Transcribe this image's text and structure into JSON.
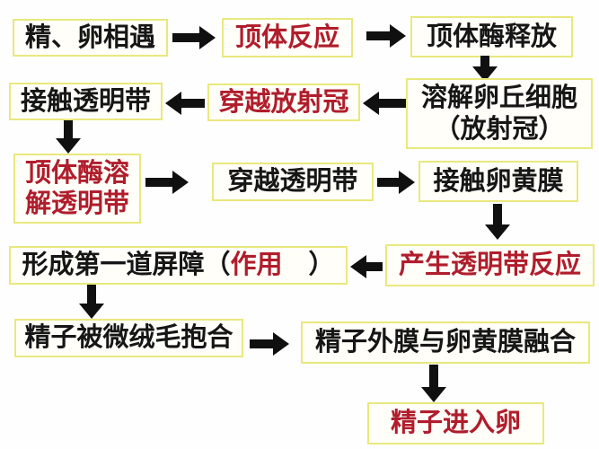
{
  "diagram": {
    "type": "flowchart",
    "topic_language": "zh-CN",
    "colors": {
      "background": "#fefefe",
      "box_fill": "#fffef8",
      "box_border": "#e9e87e",
      "black_text": "#161616",
      "red_text": "#b01d2c",
      "arrow": "#101010"
    }
  },
  "nodes": {
    "meet": {
      "label": "精、卵相遇",
      "emphasis": false
    },
    "acrosome_reaction": {
      "label": "顶体反应",
      "emphasis": true
    },
    "enzyme_release": {
      "label": "顶体酶释放",
      "emphasis": false
    },
    "dissolve_cumulus": {
      "line1": "溶解卵丘细胞",
      "line2": "（放射冠）",
      "emphasis": false
    },
    "cross_corona": {
      "label": "穿越放射冠",
      "emphasis": true
    },
    "touch_zona": {
      "label": "接触透明带",
      "emphasis": false
    },
    "enzyme_dissolve": {
      "line1": "顶体酶溶",
      "line2": "解透明带",
      "emphasis": true
    },
    "cross_zona": {
      "label": "穿越透明带",
      "emphasis": false
    },
    "touch_vitelline": {
      "label": "接触卵黄膜",
      "emphasis": false
    },
    "zona_reaction": {
      "label": "产生透明带反应",
      "emphasis": true
    },
    "barrier": {
      "prefix": "形成第一道屏障（",
      "highlight": "作用",
      "suffix": "　）",
      "emphasis": false
    },
    "microvilli": {
      "label": "精子被微绒毛抱合",
      "emphasis": false
    },
    "membrane_fusion": {
      "label": "精子外膜与卵黄膜融合",
      "emphasis": false
    },
    "sperm_entry": {
      "label": "精子进入卵",
      "emphasis": true
    }
  },
  "edges": [
    {
      "from": "meet",
      "to": "acrosome_reaction",
      "direction": "right"
    },
    {
      "from": "acrosome_reaction",
      "to": "enzyme_release",
      "direction": "right"
    },
    {
      "from": "enzyme_release",
      "to": "dissolve_cumulus",
      "direction": "down"
    },
    {
      "from": "dissolve_cumulus",
      "to": "cross_corona",
      "direction": "left"
    },
    {
      "from": "cross_corona",
      "to": "touch_zona",
      "direction": "left"
    },
    {
      "from": "touch_zona",
      "to": "enzyme_dissolve",
      "direction": "down"
    },
    {
      "from": "enzyme_dissolve",
      "to": "cross_zona",
      "direction": "right"
    },
    {
      "from": "cross_zona",
      "to": "touch_vitelline",
      "direction": "right"
    },
    {
      "from": "touch_vitelline",
      "to": "zona_reaction",
      "direction": "down"
    },
    {
      "from": "zona_reaction",
      "to": "barrier",
      "direction": "left"
    },
    {
      "from": "barrier",
      "to": "microvilli",
      "direction": "down"
    },
    {
      "from": "microvilli",
      "to": "membrane_fusion",
      "direction": "right"
    },
    {
      "from": "membrane_fusion",
      "to": "sperm_entry",
      "direction": "down"
    }
  ]
}
